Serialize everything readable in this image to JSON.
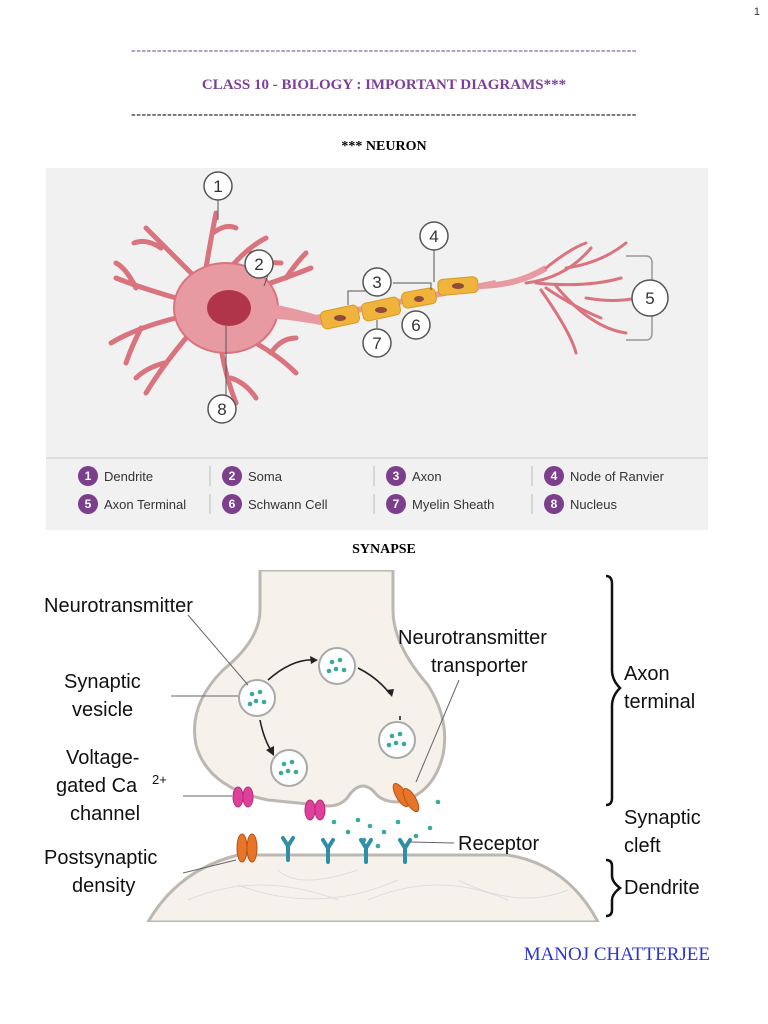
{
  "page_number": "1",
  "dash_line": "--------------------------------------------------------------------------------------------------",
  "title": "CLASS 10 - BIOLOGY :  IMPORTANT DIAGRAMS***",
  "neuron_heading": "*** NEURON",
  "neuron_markers": [
    "1",
    "2",
    "3",
    "4",
    "5",
    "6",
    "7",
    "8"
  ],
  "neuron_legend": [
    {
      "num": "1",
      "label": "Dendrite"
    },
    {
      "num": "2",
      "label": "Soma"
    },
    {
      "num": "3",
      "label": "Axon"
    },
    {
      "num": "4",
      "label": "Node of Ranvier"
    },
    {
      "num": "5",
      "label": "Axon Terminal"
    },
    {
      "num": "6",
      "label": "Schwann Cell"
    },
    {
      "num": "7",
      "label": "Myelin Sheath"
    },
    {
      "num": "8",
      "label": "Nucleus"
    }
  ],
  "synapse_heading": "SYNAPSE",
  "synapse_labels": {
    "neurotransmitter": "Neurotransmitter",
    "synaptic_vesicle_1": "Synaptic",
    "synaptic_vesicle_2": "vesicle",
    "voltage_1": "Voltage-",
    "voltage_2": "gated Ca",
    "voltage_sup": "2+",
    "voltage_3": "channel",
    "postsynaptic_1": "Postsynaptic",
    "postsynaptic_2": "density",
    "transporter_1": "Neurotransmitter",
    "transporter_2": "transporter",
    "receptor": "Receptor",
    "axon_terminal_1": "Axon",
    "axon_terminal_2": "terminal",
    "synaptic_cleft_1": "Synaptic",
    "synaptic_cleft_2": "cleft",
    "dendrite": "Dendrite"
  },
  "colors": {
    "title": "#7e3f98",
    "author": "#2b34d6",
    "legend_badge": "#7b3f8c",
    "neuron_body": "#e89aa2",
    "myelin": "#f0b43c",
    "vesicle_dots": "#3aa89a",
    "receptor": "#2f8fa6",
    "channel": "#e0409a",
    "transporter": "#e8742a"
  },
  "author": "MANOJ CHATTERJEE"
}
